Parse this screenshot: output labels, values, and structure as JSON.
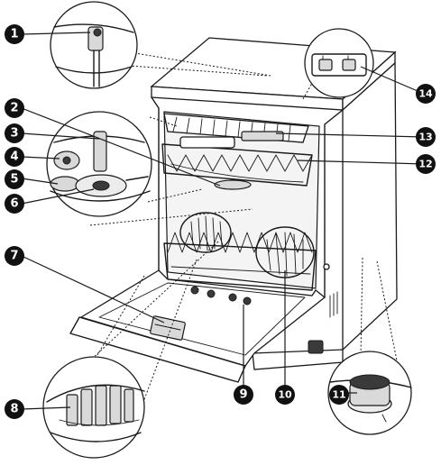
{
  "callouts": [
    {
      "id": "1",
      "label": "1"
    },
    {
      "id": "2",
      "label": "2"
    },
    {
      "id": "3",
      "label": "3"
    },
    {
      "id": "4",
      "label": "4"
    },
    {
      "id": "5",
      "label": "5"
    },
    {
      "id": "6",
      "label": "6"
    },
    {
      "id": "7",
      "label": "7"
    },
    {
      "id": "8",
      "label": "8"
    },
    {
      "id": "9",
      "label": "9"
    },
    {
      "id": "10",
      "label": "10"
    },
    {
      "id": "11",
      "label": "11"
    },
    {
      "id": "12",
      "label": "12"
    },
    {
      "id": "13",
      "label": "13"
    },
    {
      "id": "14",
      "label": "14"
    }
  ],
  "colors": {
    "outline": "#1a1a1a",
    "callout_fill": "#111111",
    "callout_text": "#ffffff",
    "shade": "#d9d9d9"
  }
}
